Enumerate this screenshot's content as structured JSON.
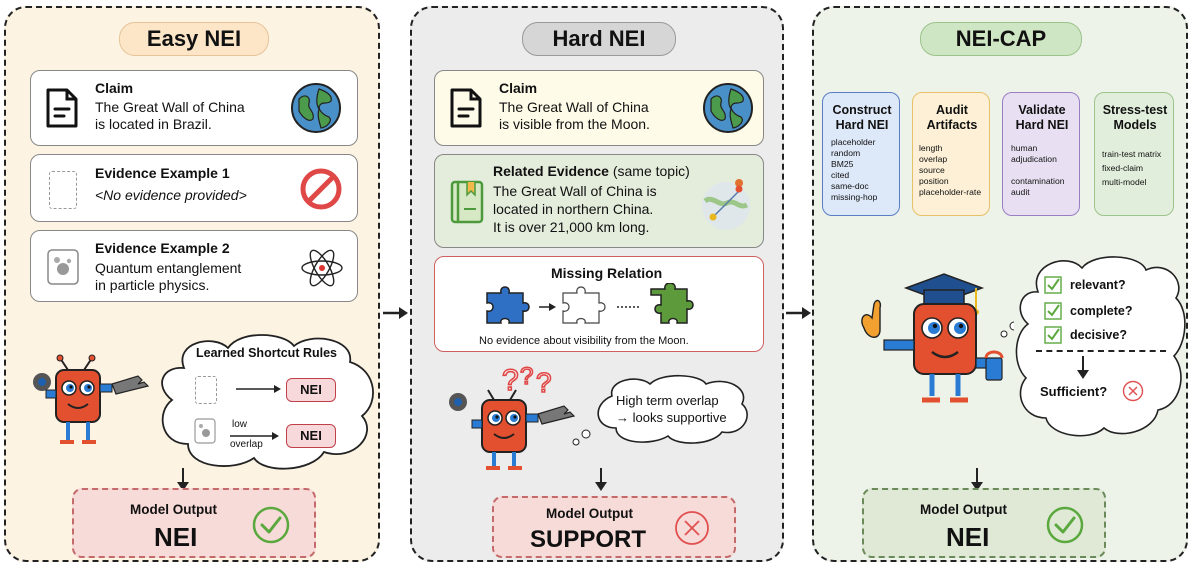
{
  "panels": {
    "easy": {
      "title": "Easy NEI",
      "claim": {
        "label": "Claim",
        "line1": "The Great Wall of China",
        "line2": "is located in Brazil."
      },
      "evidence1": {
        "label": "Evidence Example 1",
        "text": "<No evidence provided>"
      },
      "evidence2": {
        "label": "Evidence Example 2",
        "line1": "Quantum entanglement",
        "line2": "in particle physics."
      },
      "cloud": {
        "title": "Learned Shortcut Rules",
        "rule1_output": "NEI",
        "rule2_label1": "low",
        "rule2_label2": "overlap",
        "rule2_output": "NEI"
      },
      "output": {
        "label": "Model Output",
        "value": "NEI"
      }
    },
    "hard": {
      "title": "Hard NEI",
      "claim": {
        "label": "Claim",
        "line1": "The Great Wall of China",
        "line2": "is visible from the Moon."
      },
      "related": {
        "label": "Related Evidence",
        "label_suffix": "(same topic)",
        "line1": "The Great Wall of China is",
        "line2": "located in northern China.",
        "line3": "It is over 21,000 km long."
      },
      "missing": {
        "title": "Missing Relation",
        "caption": "No evidence about visibility from the Moon."
      },
      "bubble": {
        "line1": "High term overlap",
        "line2": "→ looks supportive"
      },
      "output": {
        "label": "Model Output",
        "value": "SUPPORT"
      }
    },
    "cap": {
      "title": "NEI-CAP",
      "columns": [
        {
          "title1": "Construct",
          "title2": "Hard NEI",
          "items": [
            "placeholder",
            "random",
            "BM25",
            "cited",
            "same-doc",
            "missing-hop"
          ]
        },
        {
          "title1": "Audit",
          "title2": "Artifacts",
          "items": [
            "length",
            "overlap",
            "source",
            "position",
            "placeholder-rate"
          ]
        },
        {
          "title1": "Validate",
          "title2": "Hard NEI",
          "items": [
            "human",
            "adjudication",
            "",
            "contamination",
            "audit"
          ]
        },
        {
          "title1": "Stress-test",
          "title2": "Models",
          "items": [
            "train-test matrix",
            "fixed-claim",
            "multi-model"
          ]
        }
      ],
      "checklist": [
        "relevant?",
        "complete?",
        "decisive?"
      ],
      "sufficient": "Sufficient?",
      "output": {
        "label": "Model Output",
        "value": "NEI"
      }
    }
  },
  "colors": {
    "easy_bg": "#fdf3e3",
    "hard_bg": "#ececec",
    "cap_bg": "#eef3ea",
    "robot": "#e2502f",
    "check": "#5aa83e",
    "cross": "#e05050"
  }
}
